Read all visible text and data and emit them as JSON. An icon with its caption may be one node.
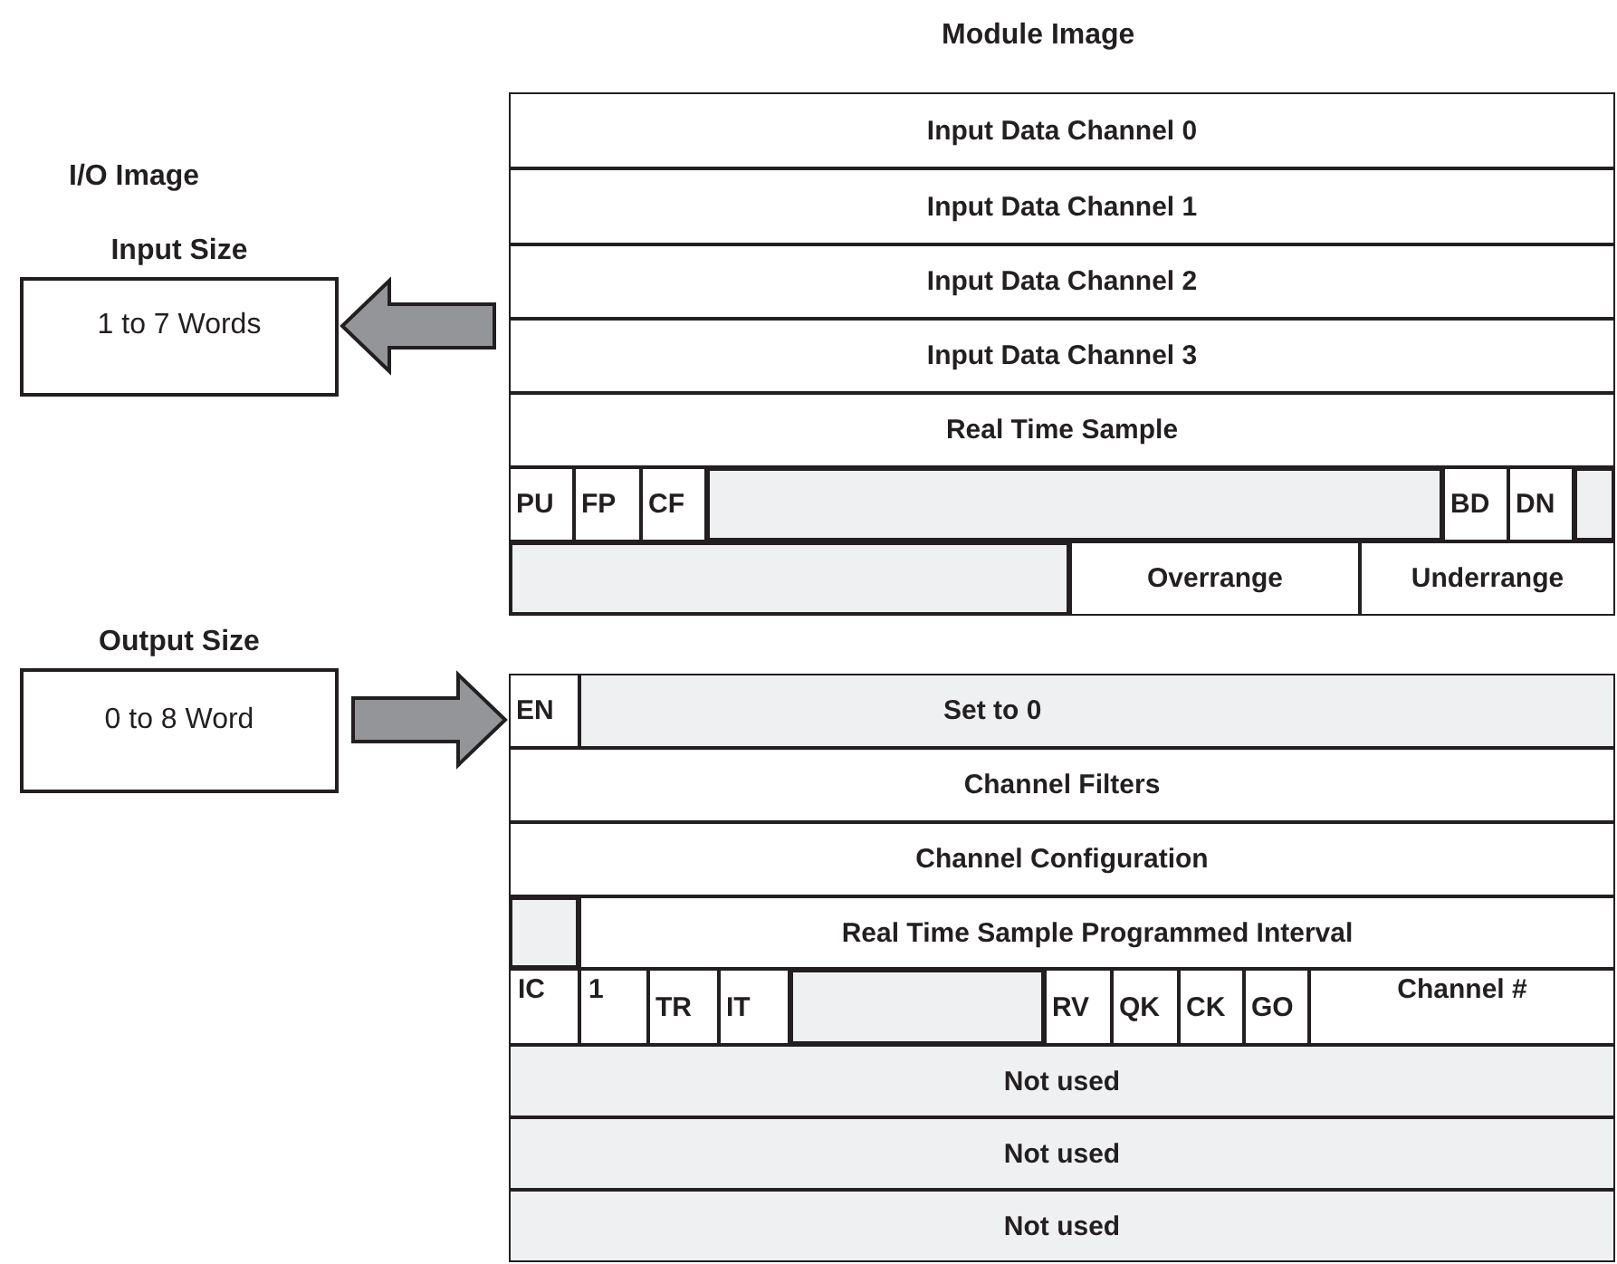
{
  "diagram": {
    "title": "Module Image",
    "nodes": [
      {
        "text": [
          "Input Size",
          "1 to 7 Words"
        ]
      },
      {
        "text": [
          "Output Size",
          "0 to 8 Word"
        ]
      },
      {
        "text": [],
        "shape": "box"
      },
      {
        "text": [
          "Input Data Channel 0"
        ],
        "in": 2
      },
      {
        "text": [
          "Input Data Channel 1"
        ],
        "in": 2
      },
      {
        "text": [
          "Input Data Channel 2"
        ],
        "in": 2
      },
      {
        "text": [
          "Input Data Channel 3"
        ],
        "in": 2
      },
      {
        "text": [
          "Real Time Sample"
        ],
        "in": 2
      },
      {
        "text": [
          "PU"
        ],
        "in": 2
      },
      {
        "text": [
          "FP"
        ],
        "in": 2
      },
      {
        "text": [
          "CF"
        ],
        "in": 2
      },
      {
        "text": [],
        "shape": "box",
        "in": 2
      },
      {
        "text": [
          "BD"
        ],
        "in": 2
      },
      {
        "text": [
          "DN"
        ],
        "in": 2
      },
      {
        "text": [],
        "shape": "box",
        "in": 2
      },
      {
        "text": [],
        "shape": "box",
        "in": 2
      },
      {
        "text": [
          "Overrange"
        ],
        "in": 2
      },
      {
        "text": [
          "Underrange"
        ],
        "in": 2
      },
      {
        "text": [],
        "shape": "box"
      },
      {
        "text": [
          "EN"
        ],
        "in": 18
      },
      {
        "text": [
          "Set to 0"
        ],
        "in": 18
      },
      {
        "text": [
          "Channel Filters"
        ],
        "in": 18
      },
      {
        "text": [
          "Channel Configuration"
        ],
        "in": 18
      },
      {
        "text": [],
        "shape": "box",
        "in": 18
      },
      {
        "text": [
          "Real Time Sample Programmed Interval"
        ],
        "in": 18
      },
      {
        "text": [
          "IC"
        ],
        "in": 18
      },
      {
        "text": [
          "1"
        ],
        "in": 18
      },
      {
        "text": [
          "TR"
        ],
        "in": 18
      },
      {
        "text": [
          "IT"
        ],
        "in": 18
      },
      {
        "text": [],
        "shape": "box",
        "in": 18
      },
      {
        "text": [
          "RV"
        ],
        "in": 18
      },
      {
        "text": [
          "QK"
        ],
        "in": 18
      },
      {
        "text": [
          "CK"
        ],
        "in": 18
      },
      {
        "text": [
          "GO"
        ],
        "in": 18
      },
      {
        "text": [
          "Channel #"
        ],
        "in": 18
      },
      {
        "text": [
          "Not used"
        ],
        "in": 18
      },
      {
        "text": [
          "Not used"
        ],
        "in": 18
      },
      {
        "text": [
          "Not used"
        ],
        "in": 18
      }
    ],
    "edges": [
      {
        "from": 2,
        "to": 0,
        "arrow": "to",
        "style": "thick"
      },
      {
        "from": 1,
        "to": 18,
        "arrow": "to",
        "style": "thick"
      }
    ],
    "labels": [
      "I/O Image"
    ]
  }
}
